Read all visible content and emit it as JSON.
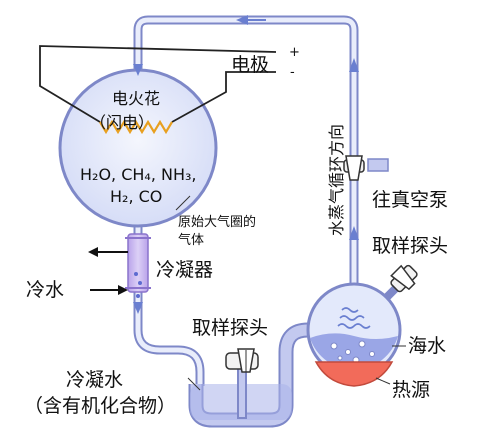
{
  "colors": {
    "tube_fill": "#b6bde8",
    "tube_stroke": "#7e88c8",
    "flask_fill": "#dfe6fb",
    "sea_water": "#9aa6e6",
    "heat_source": "#f26b5a",
    "condenser": "#c6b3ee",
    "flow_arrow": "#6a7fd0",
    "wire": "#222222",
    "spark": "#e8a020"
  },
  "labels": {
    "electrode": "电极",
    "plus": "+",
    "minus": "-",
    "spark": "电火花",
    "spark_sub": "（闪电）",
    "gases_line1": "H₂O, CH₄, NH₃,",
    "gases_line2": "H₂, CO",
    "primordial_line1": "原始大气圈的",
    "primordial_line2": "气体",
    "condenser": "冷凝器",
    "cold_water": "冷水",
    "sampling_left": "取样探头",
    "sampling_right": "取样探头",
    "condensed_line1": "冷凝水",
    "condensed_line2": "（含有机化合物）",
    "vacuum_pump": "往真空泵",
    "vapor_direction": "水蒸气循环方向",
    "sea_water": "海水",
    "heat_source": "热源"
  }
}
